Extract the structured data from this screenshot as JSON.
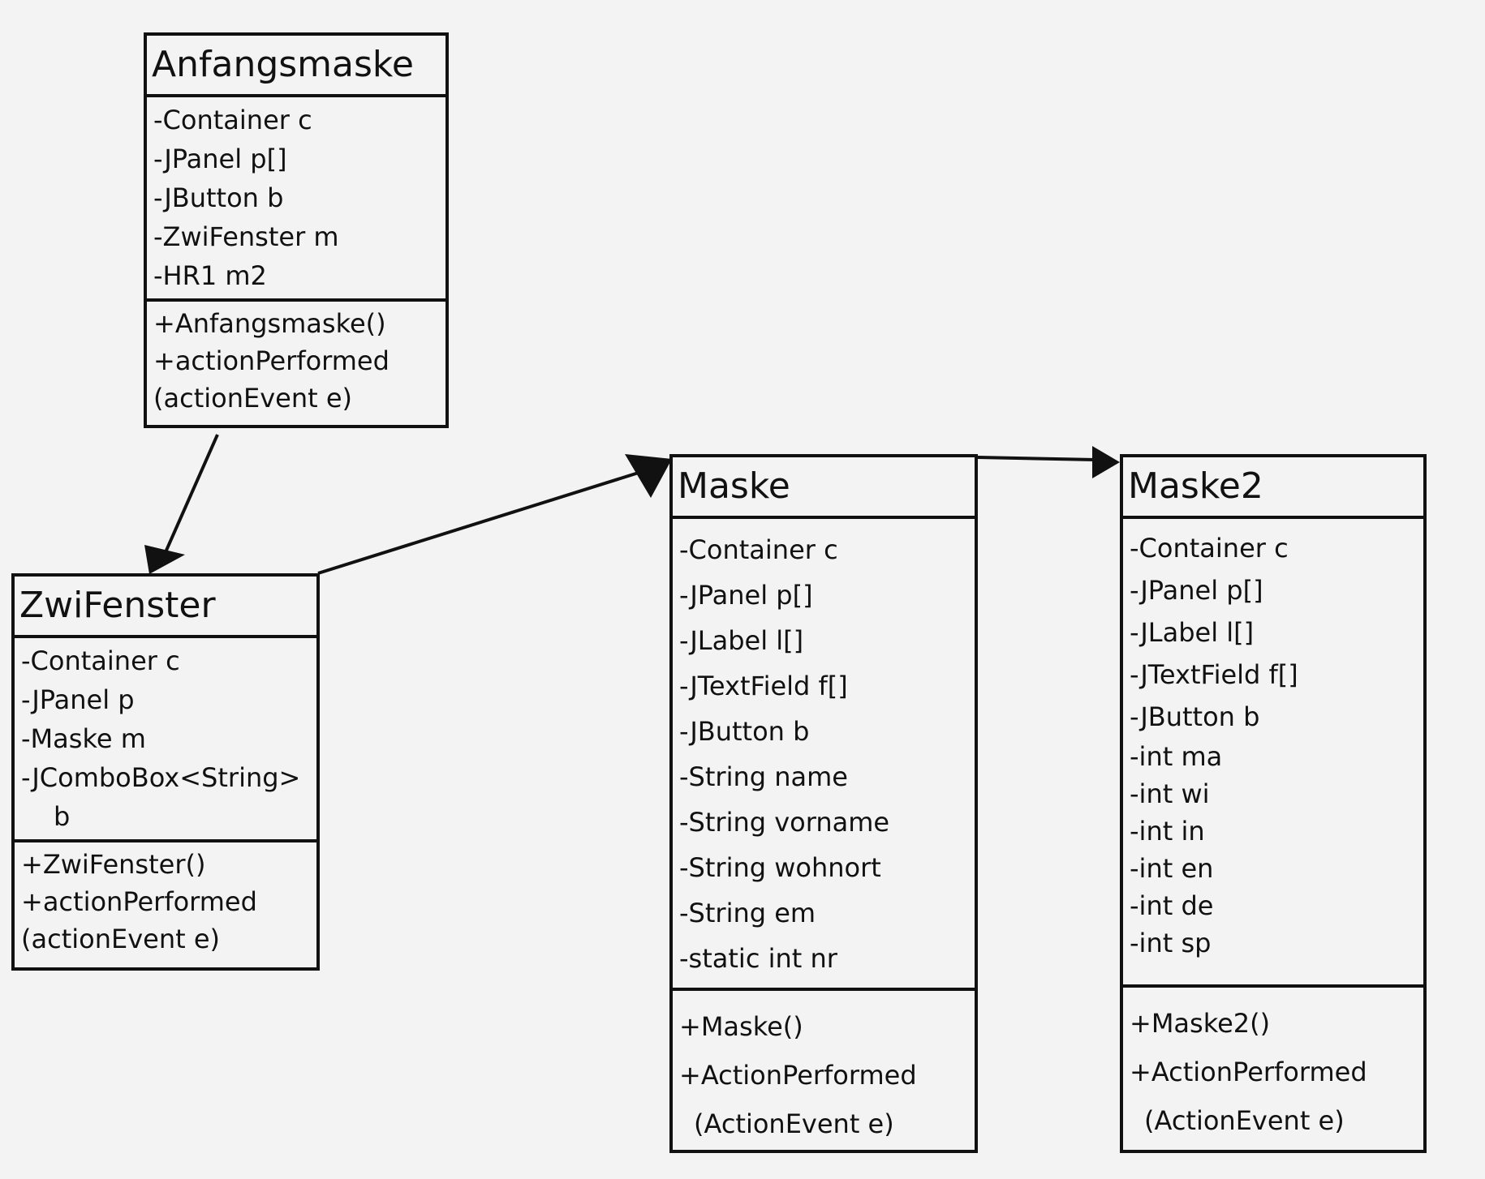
{
  "classes": [
    {
      "name": "Anfangsmaske",
      "attributes": [
        "-Container c",
        "-JPanel p[]",
        "-JButton b",
        "-ZwiFenster m",
        "-HR1 m2"
      ],
      "operations": [
        "+Anfangsmaske()",
        "+actionPerformed",
        "(actionEvent e)"
      ]
    },
    {
      "name": "ZwiFenster",
      "attributes": [
        "-Container c",
        "-JPanel p",
        "-Maske m",
        "-JComboBox<String>",
        "b"
      ],
      "operations": [
        "+ZwiFenster()",
        "+actionPerformed",
        "(actionEvent e)"
      ]
    },
    {
      "name": "Maske",
      "attributes": [
        "-Container c",
        "-JPanel p[]",
        "-JLabel l[]",
        "-JTextField f[]",
        "-JButton b",
        "-String name",
        "-String vorname",
        "-String wohnort",
        "-String em",
        "-static int nr"
      ],
      "operations": [
        "+Maske()",
        "+ActionPerformed",
        "(ActionEvent e)"
      ]
    },
    {
      "name": "Maske2",
      "attributes": [
        "-Container c",
        "-JPanel p[]",
        "-JLabel l[]",
        "-JTextField f[]",
        "-JButton b",
        "-int ma",
        "-int wi",
        "-int in",
        "-int en",
        "-int de",
        "-int sp"
      ],
      "operations": [
        "+Maske2()",
        "+ActionPerformed",
        "(ActionEvent e)"
      ]
    }
  ],
  "associations": [
    {
      "from": "Anfangsmaske",
      "to": "ZwiFenster"
    },
    {
      "from": "ZwiFenster",
      "to": "Maske"
    },
    {
      "from": "Maske",
      "to": "Maske2"
    }
  ]
}
